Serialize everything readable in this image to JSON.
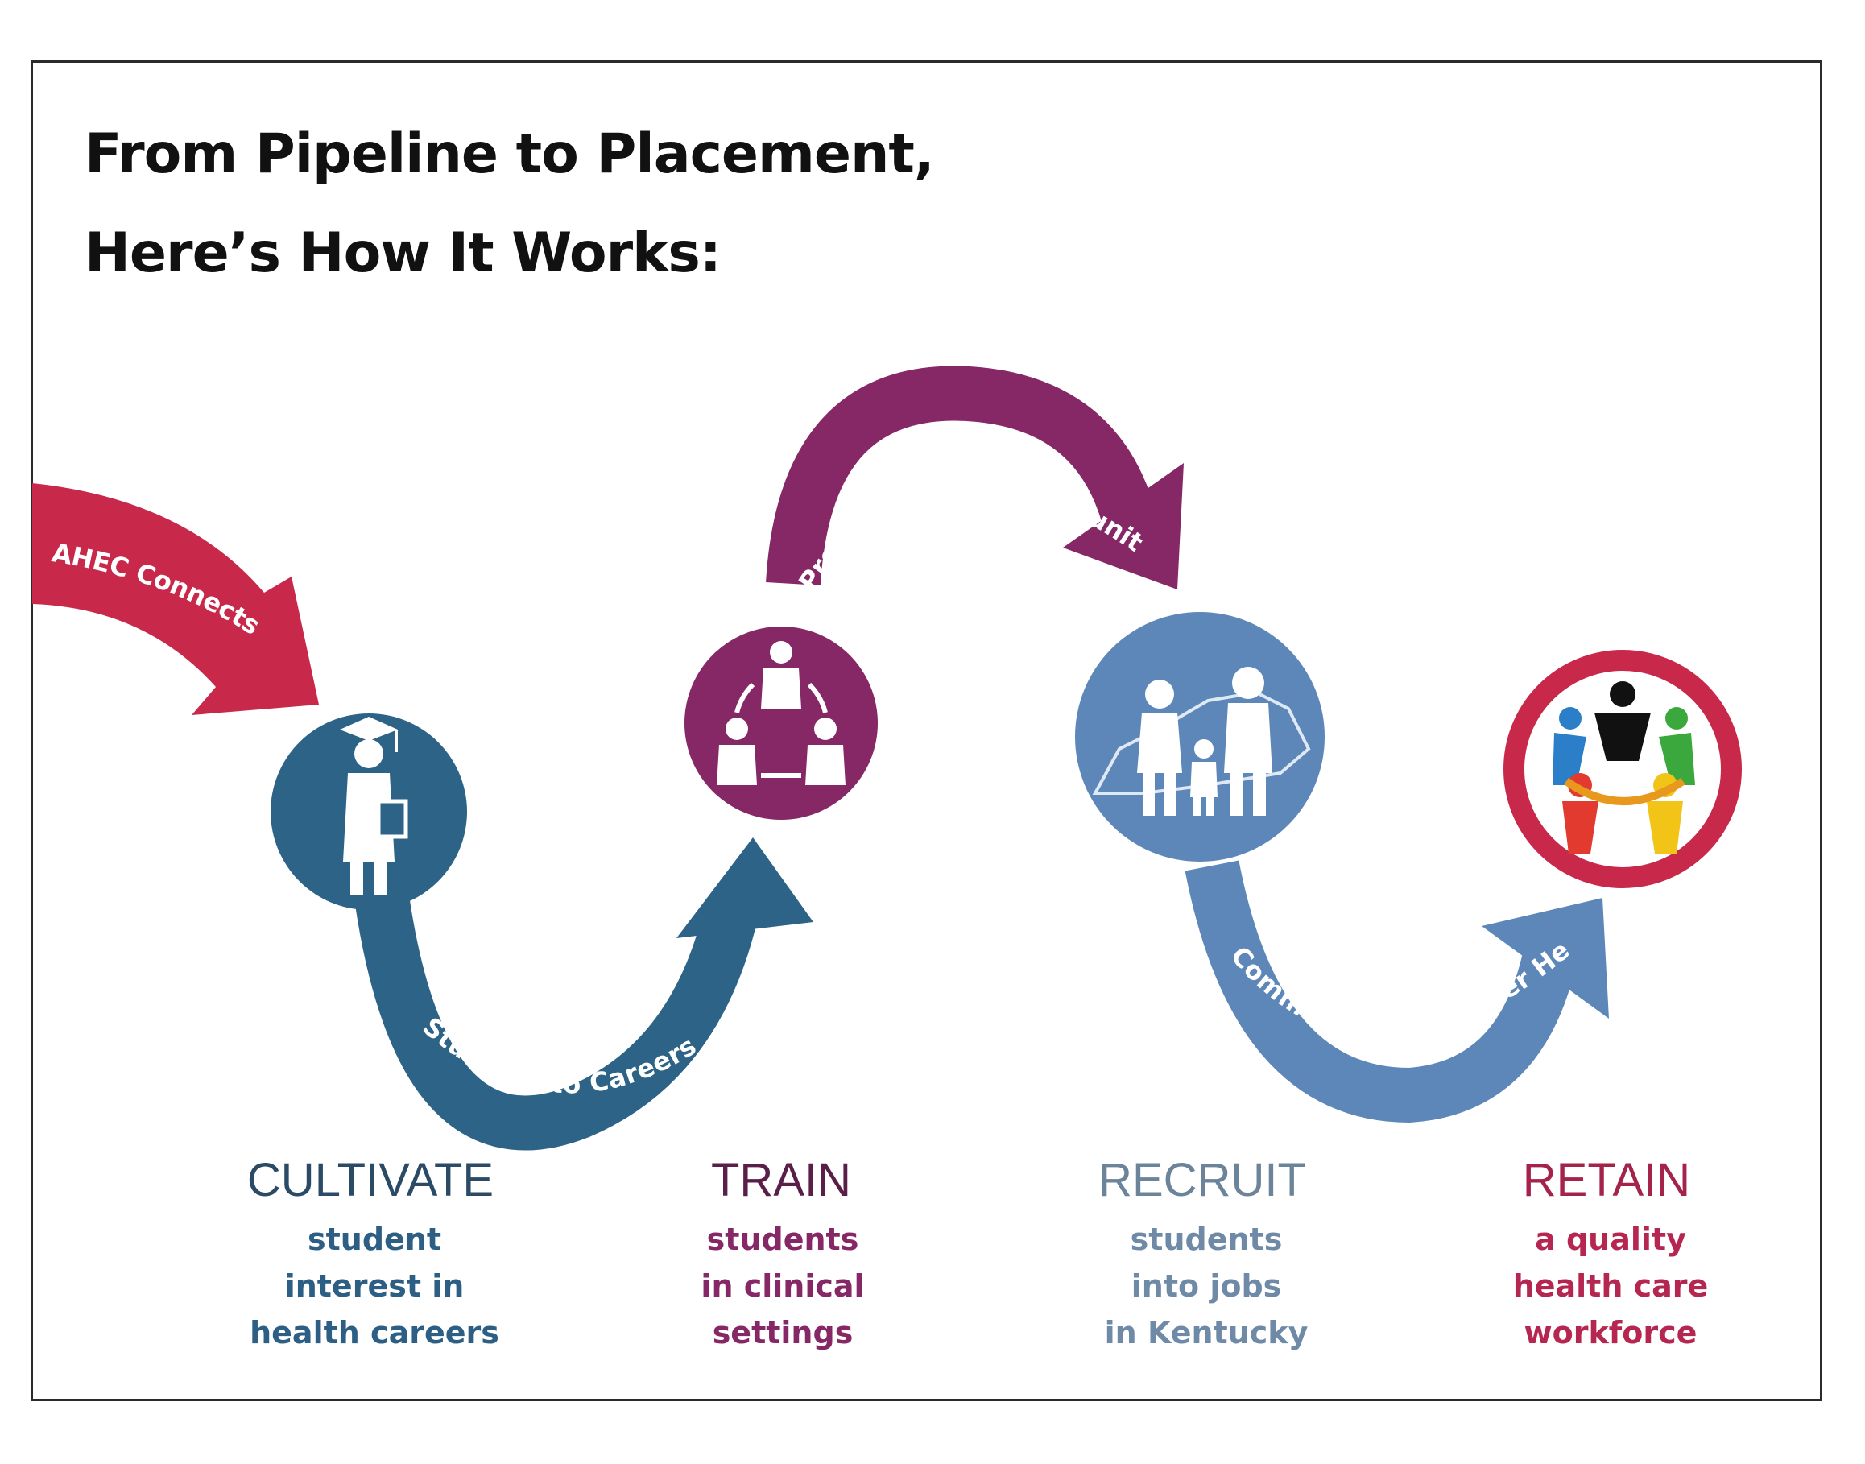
{
  "title": {
    "line1": "From Pipeline to Placement,",
    "line2": "Here’s How It Works:"
  },
  "arrows": {
    "ahec": "AHEC Connects",
    "students_to_careers": "Students to Careers",
    "professionals_to_communities": "Professionals to Communities",
    "communities_to_better_health": "Communities to Better Health"
  },
  "colors": {
    "red": "#c8294b",
    "teal_blue": "#2d6387",
    "purple": "#862766",
    "steel_blue": "#5d87b8",
    "retain_red": "#c8294b"
  },
  "stages": [
    {
      "heading": "CULTIVATE",
      "lines": [
        "student",
        "interest in",
        "health careers"
      ],
      "heading_color": "#2a4a66",
      "text_color": "#2d5f84",
      "icon": "graduate-icon"
    },
    {
      "heading": "TRAIN",
      "lines": [
        "students",
        "in clinical",
        "settings"
      ],
      "heading_color": "#5a1f49",
      "text_color": "#862766",
      "icon": "clinical-team-icon"
    },
    {
      "heading": "RECRUIT",
      "lines": [
        "students",
        "into jobs",
        "in Kentucky"
      ],
      "heading_color": "#6b8499",
      "text_color": "#6f8aa6",
      "icon": "family-kentucky-icon"
    },
    {
      "heading": "RETAIN",
      "lines": [
        "a quality",
        "health care",
        "workforce"
      ],
      "heading_color": "#a3234a",
      "text_color": "#b52651",
      "icon": "community-circle-icon"
    }
  ]
}
